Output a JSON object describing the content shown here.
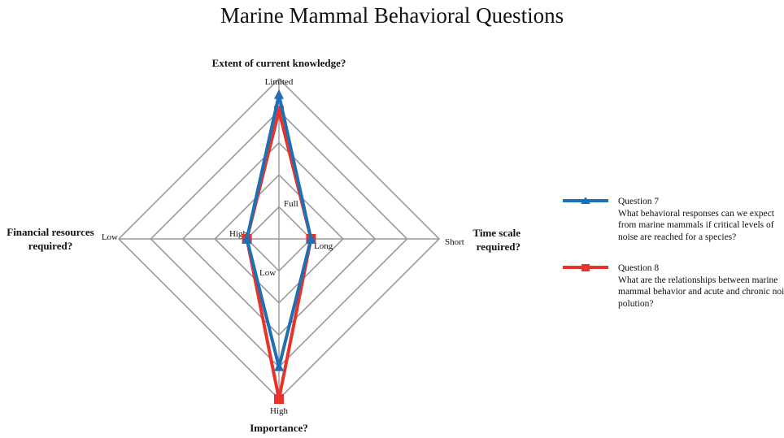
{
  "chart_data": {
    "type": "radar",
    "title": "Marine Mammal Behavioral Questions",
    "rings": 5,
    "axes": [
      {
        "name": "Extent of current knowledge?",
        "tick_outer": "Limited",
        "tick_inner": "Full"
      },
      {
        "name": "Time scale required?",
        "tick_outer": "Short",
        "tick_inner": "Long"
      },
      {
        "name": "Importance?",
        "tick_outer": "High",
        "tick_inner": "Low"
      },
      {
        "name": "Financial resources required?",
        "tick_outer": "Low",
        "tick_inner": "High"
      }
    ],
    "scale": [
      0,
      5
    ],
    "series": [
      {
        "name": "Question 7",
        "description": "What behavioral responses can we expect from marine mammals if critical levels of noise are reached for a species?",
        "color": "#1f6fb5",
        "marker": "triangle",
        "values": [
          4.5,
          1,
          4,
          1
        ]
      },
      {
        "name": "Question 8",
        "description": "What are the relationships between marine mammal behavior and acute and chronic noise polution?",
        "color": "#e8332a",
        "marker": "square",
        "values": [
          4,
          1,
          5,
          1
        ]
      }
    ],
    "legend": "right"
  }
}
